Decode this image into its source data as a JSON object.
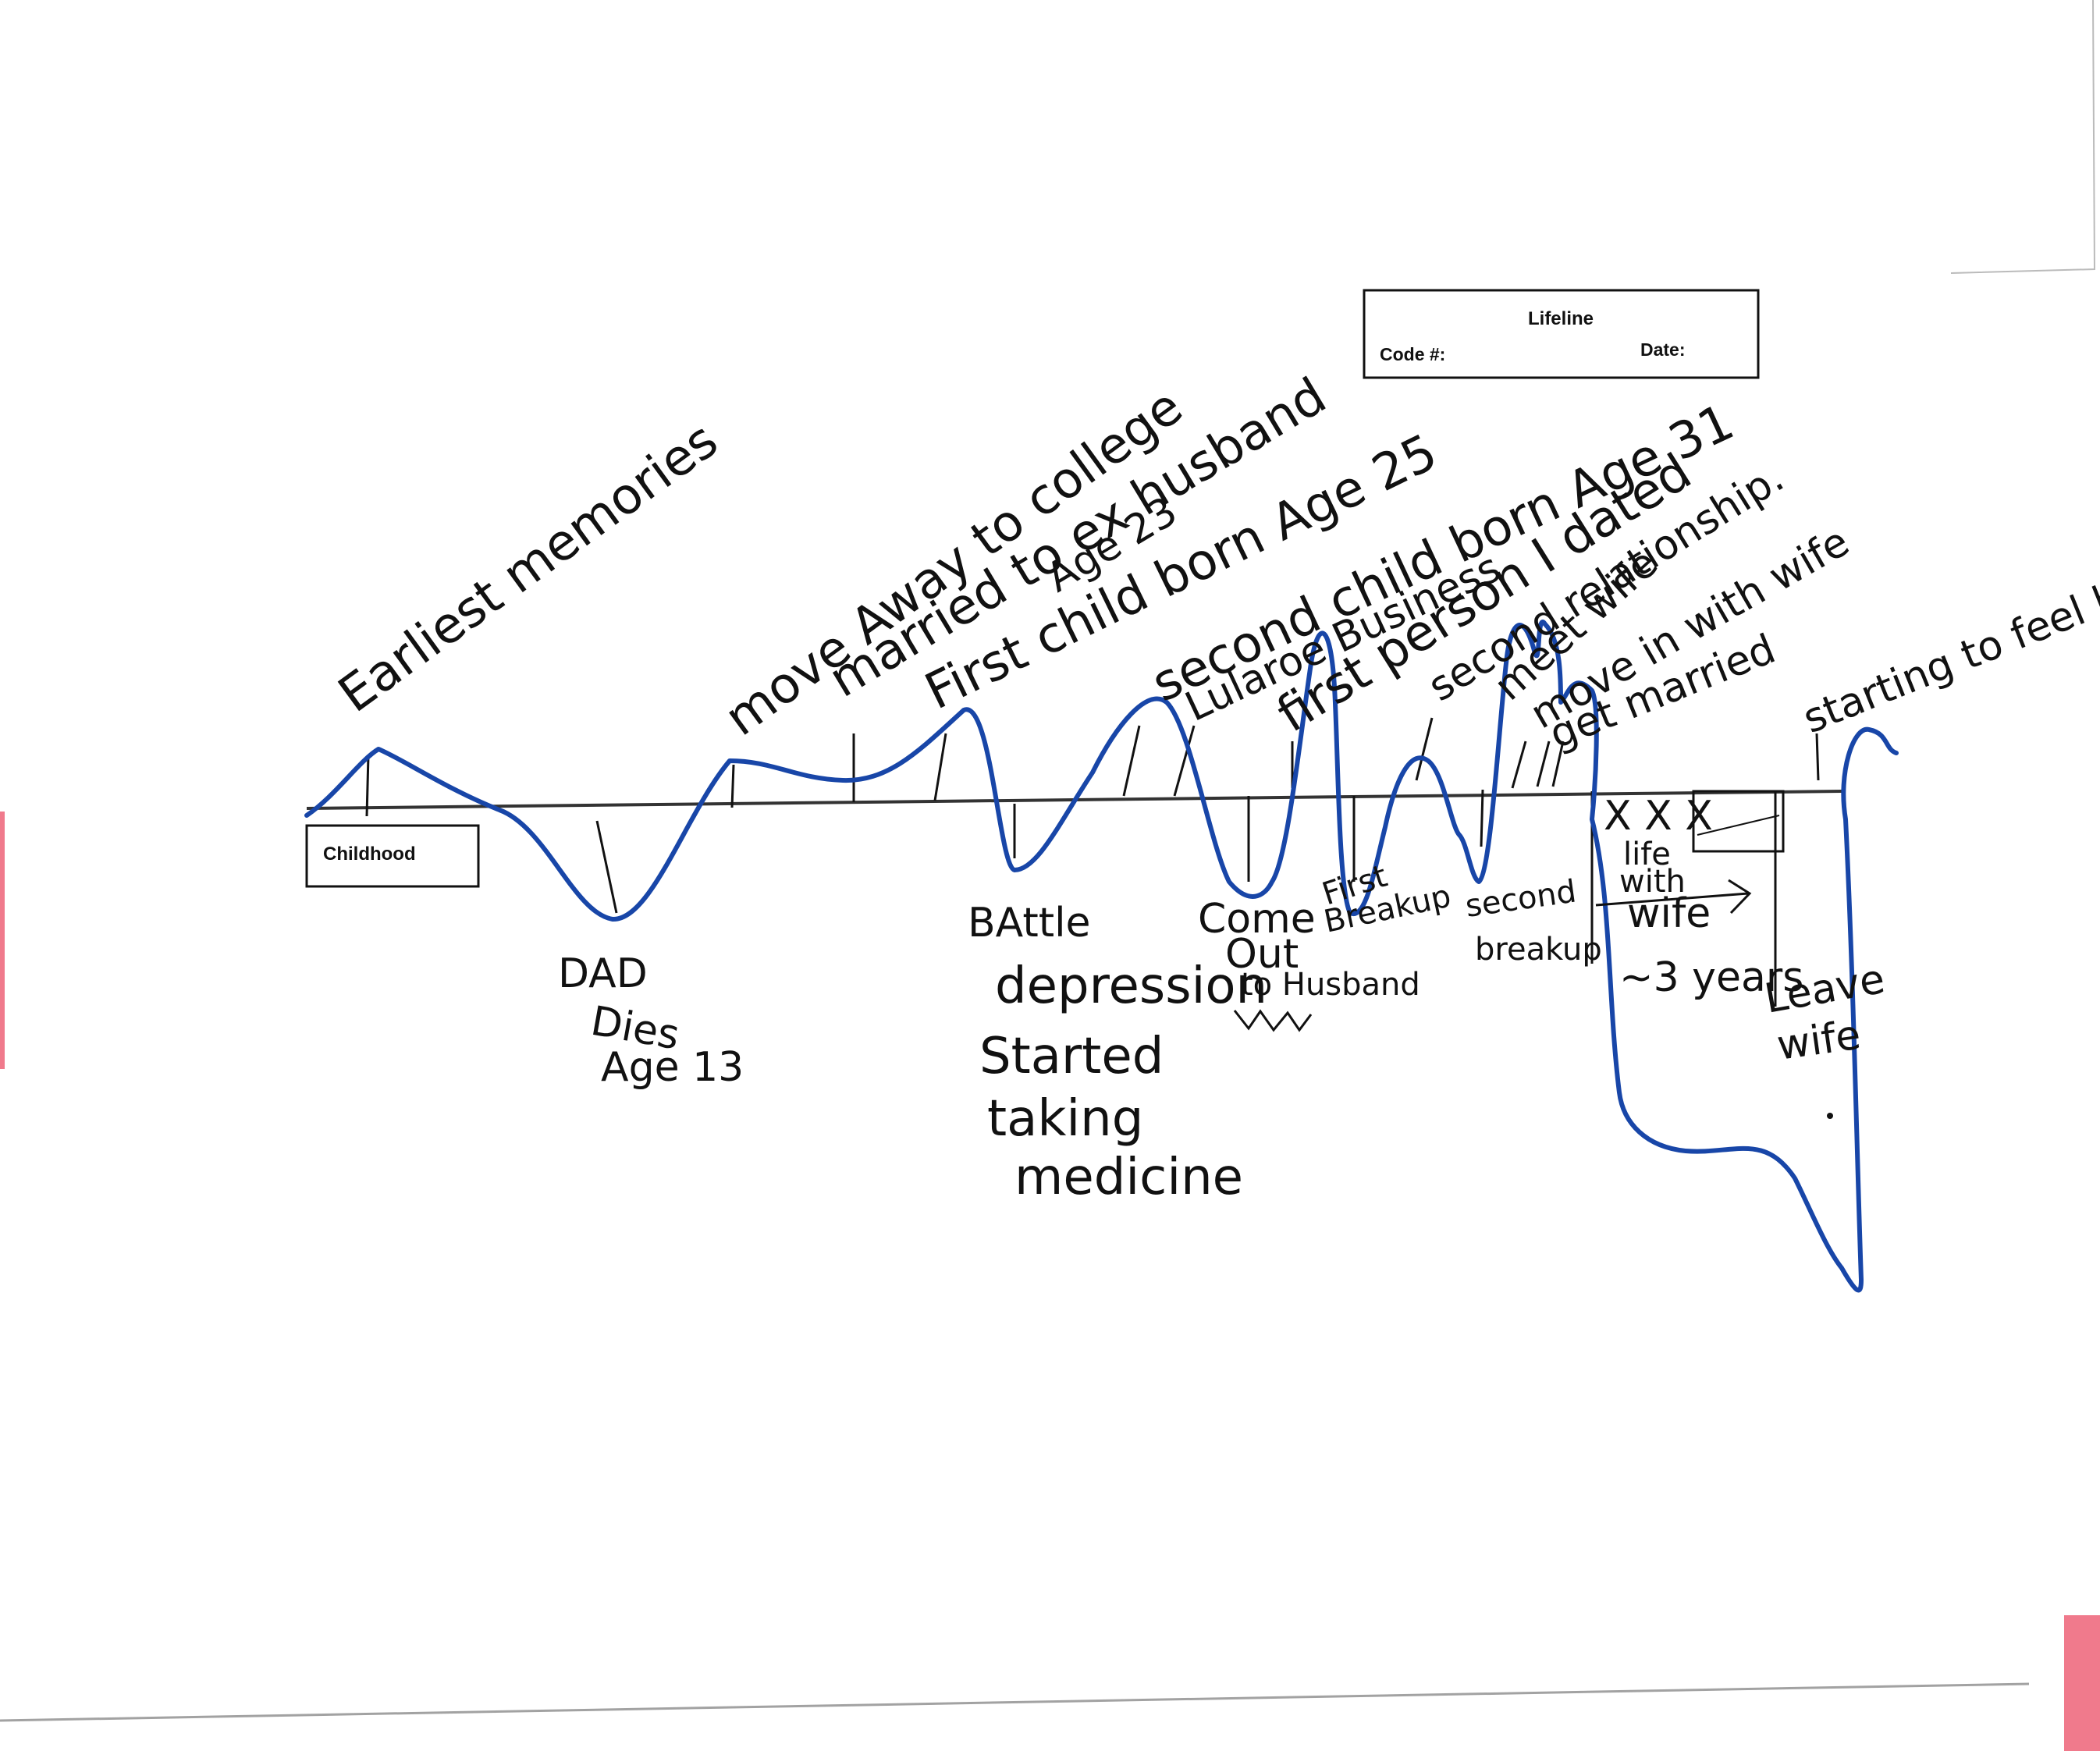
{
  "form": {
    "title": "Lifeline",
    "code_label": "Code #:",
    "date_label": "Date:",
    "start_label": "Childhood"
  },
  "colors": {
    "lifeline": "#1846a8",
    "ink": "#111111",
    "paper_edge_pink": "#f07a8c"
  },
  "annotations_above": {
    "earliest": "Earliest memories",
    "college": "move Away to college",
    "married": "married to ex husband",
    "married_age": "Age 23",
    "first_child": "First child born Age 25",
    "second_child": "second child born Age 31",
    "business": "Lularoe Business",
    "first_person": "first person I dated",
    "second_rel": "second relationship.",
    "meet_wife": "meet wife",
    "move_in": "move in with wife",
    "get_married": "get married",
    "feel_better": "starting to feel better"
  },
  "annotations_below": {
    "dad_dies": [
      "DAD",
      "Dies",
      "Age 13"
    ],
    "battle": [
      "BAttle",
      "depression",
      "Started",
      "taking",
      "medicine"
    ],
    "come_out": [
      "Come",
      "Out",
      "to Husband"
    ],
    "first_breakup": [
      "First",
      "Breakup"
    ],
    "second_breakup": [
      "second",
      "breakup"
    ],
    "life_wife": [
      "X X X",
      "life",
      "with",
      "wife"
    ],
    "years": "~3 years",
    "leave_wife": [
      "Leave",
      "wife"
    ]
  }
}
